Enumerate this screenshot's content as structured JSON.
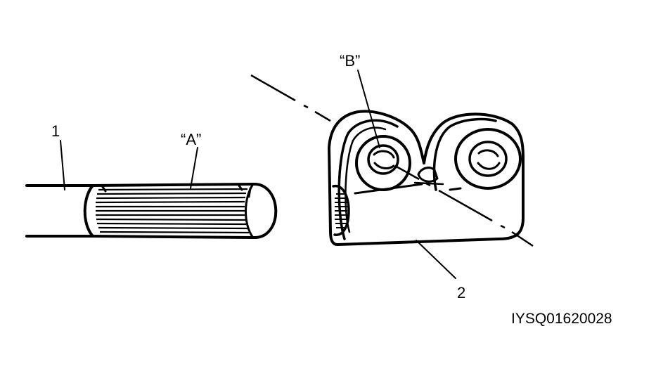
{
  "labels": {
    "part_1": "1",
    "part_2": "2",
    "mark_a": "“A”",
    "mark_b": "“B”"
  },
  "figure_code": "IYSQ01620028",
  "colors": {
    "ink": "#000000",
    "background": "#ffffff"
  }
}
